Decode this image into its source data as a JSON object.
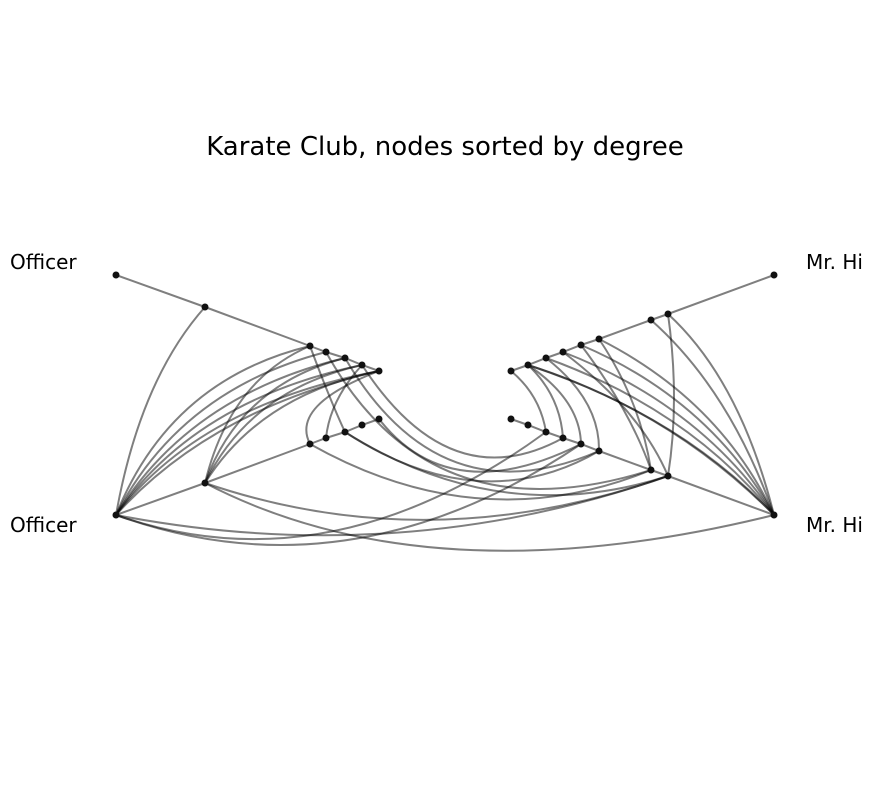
{
  "title": "Karate Club, nodes sorted by degree",
  "labels": {
    "left_top": "Officer",
    "left_bottom": "Officer",
    "right_top": "Mr. Hi",
    "right_bottom": "Mr. Hi"
  },
  "layout": "hive plot",
  "colors": {
    "edge": "#000000",
    "node": "#111111",
    "background": "#ffffff"
  }
}
